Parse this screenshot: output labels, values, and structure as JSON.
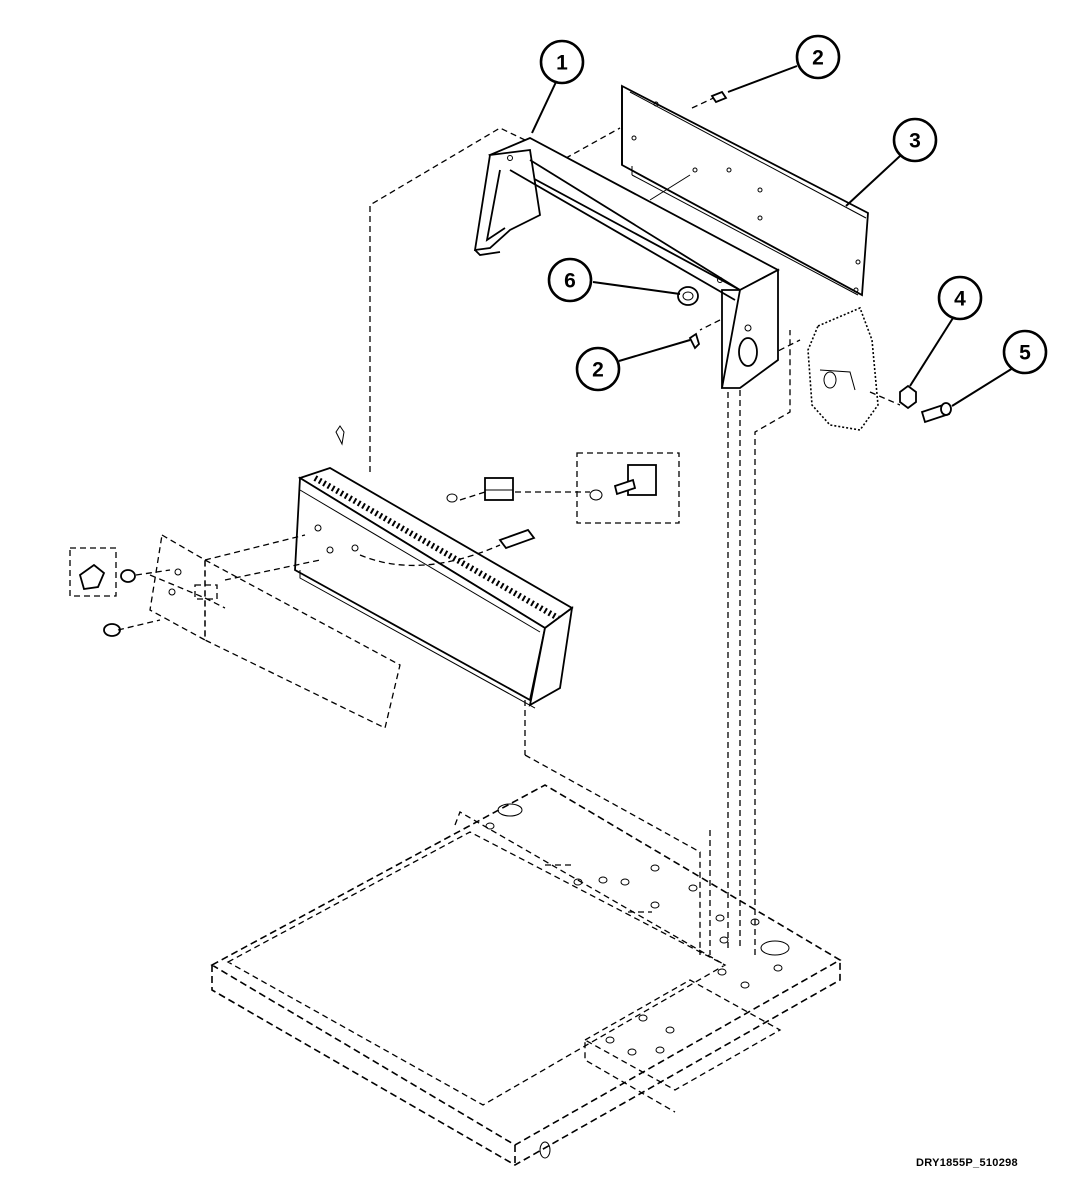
{
  "callouts": [
    {
      "id": "callout-1",
      "label": "1"
    },
    {
      "id": "callout-2-top",
      "label": "2"
    },
    {
      "id": "callout-3",
      "label": "3"
    },
    {
      "id": "callout-6",
      "label": "6"
    },
    {
      "id": "callout-2-mid",
      "label": "2"
    },
    {
      "id": "callout-4",
      "label": "4"
    },
    {
      "id": "callout-5",
      "label": "5"
    }
  ],
  "drawing_id": "DRY1855P_510298",
  "colors": {
    "ink": "#000000",
    "paper": "#ffffff"
  }
}
